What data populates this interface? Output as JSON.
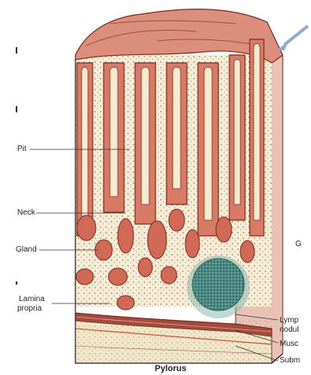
{
  "labels": {
    "pit": "Pit",
    "neck": "Neck",
    "gland": "Gland",
    "lamina_1": "Lamina",
    "lamina_2": "propria",
    "lymph_1": "Lymp",
    "lymph_2": "nodul",
    "musc": "Musc",
    "subm": "Subm",
    "g_fragment": "G"
  },
  "caption": "Pylorus",
  "colors": {
    "mucosa": "#d77a66",
    "mucosa_dark": "#8a2e22",
    "lamina": "#f7ecd6",
    "nodule": "#3f7f78",
    "muscle": "#a9483c",
    "submucosa": "#f2e6c8",
    "arrow": "#8fa8d6"
  }
}
